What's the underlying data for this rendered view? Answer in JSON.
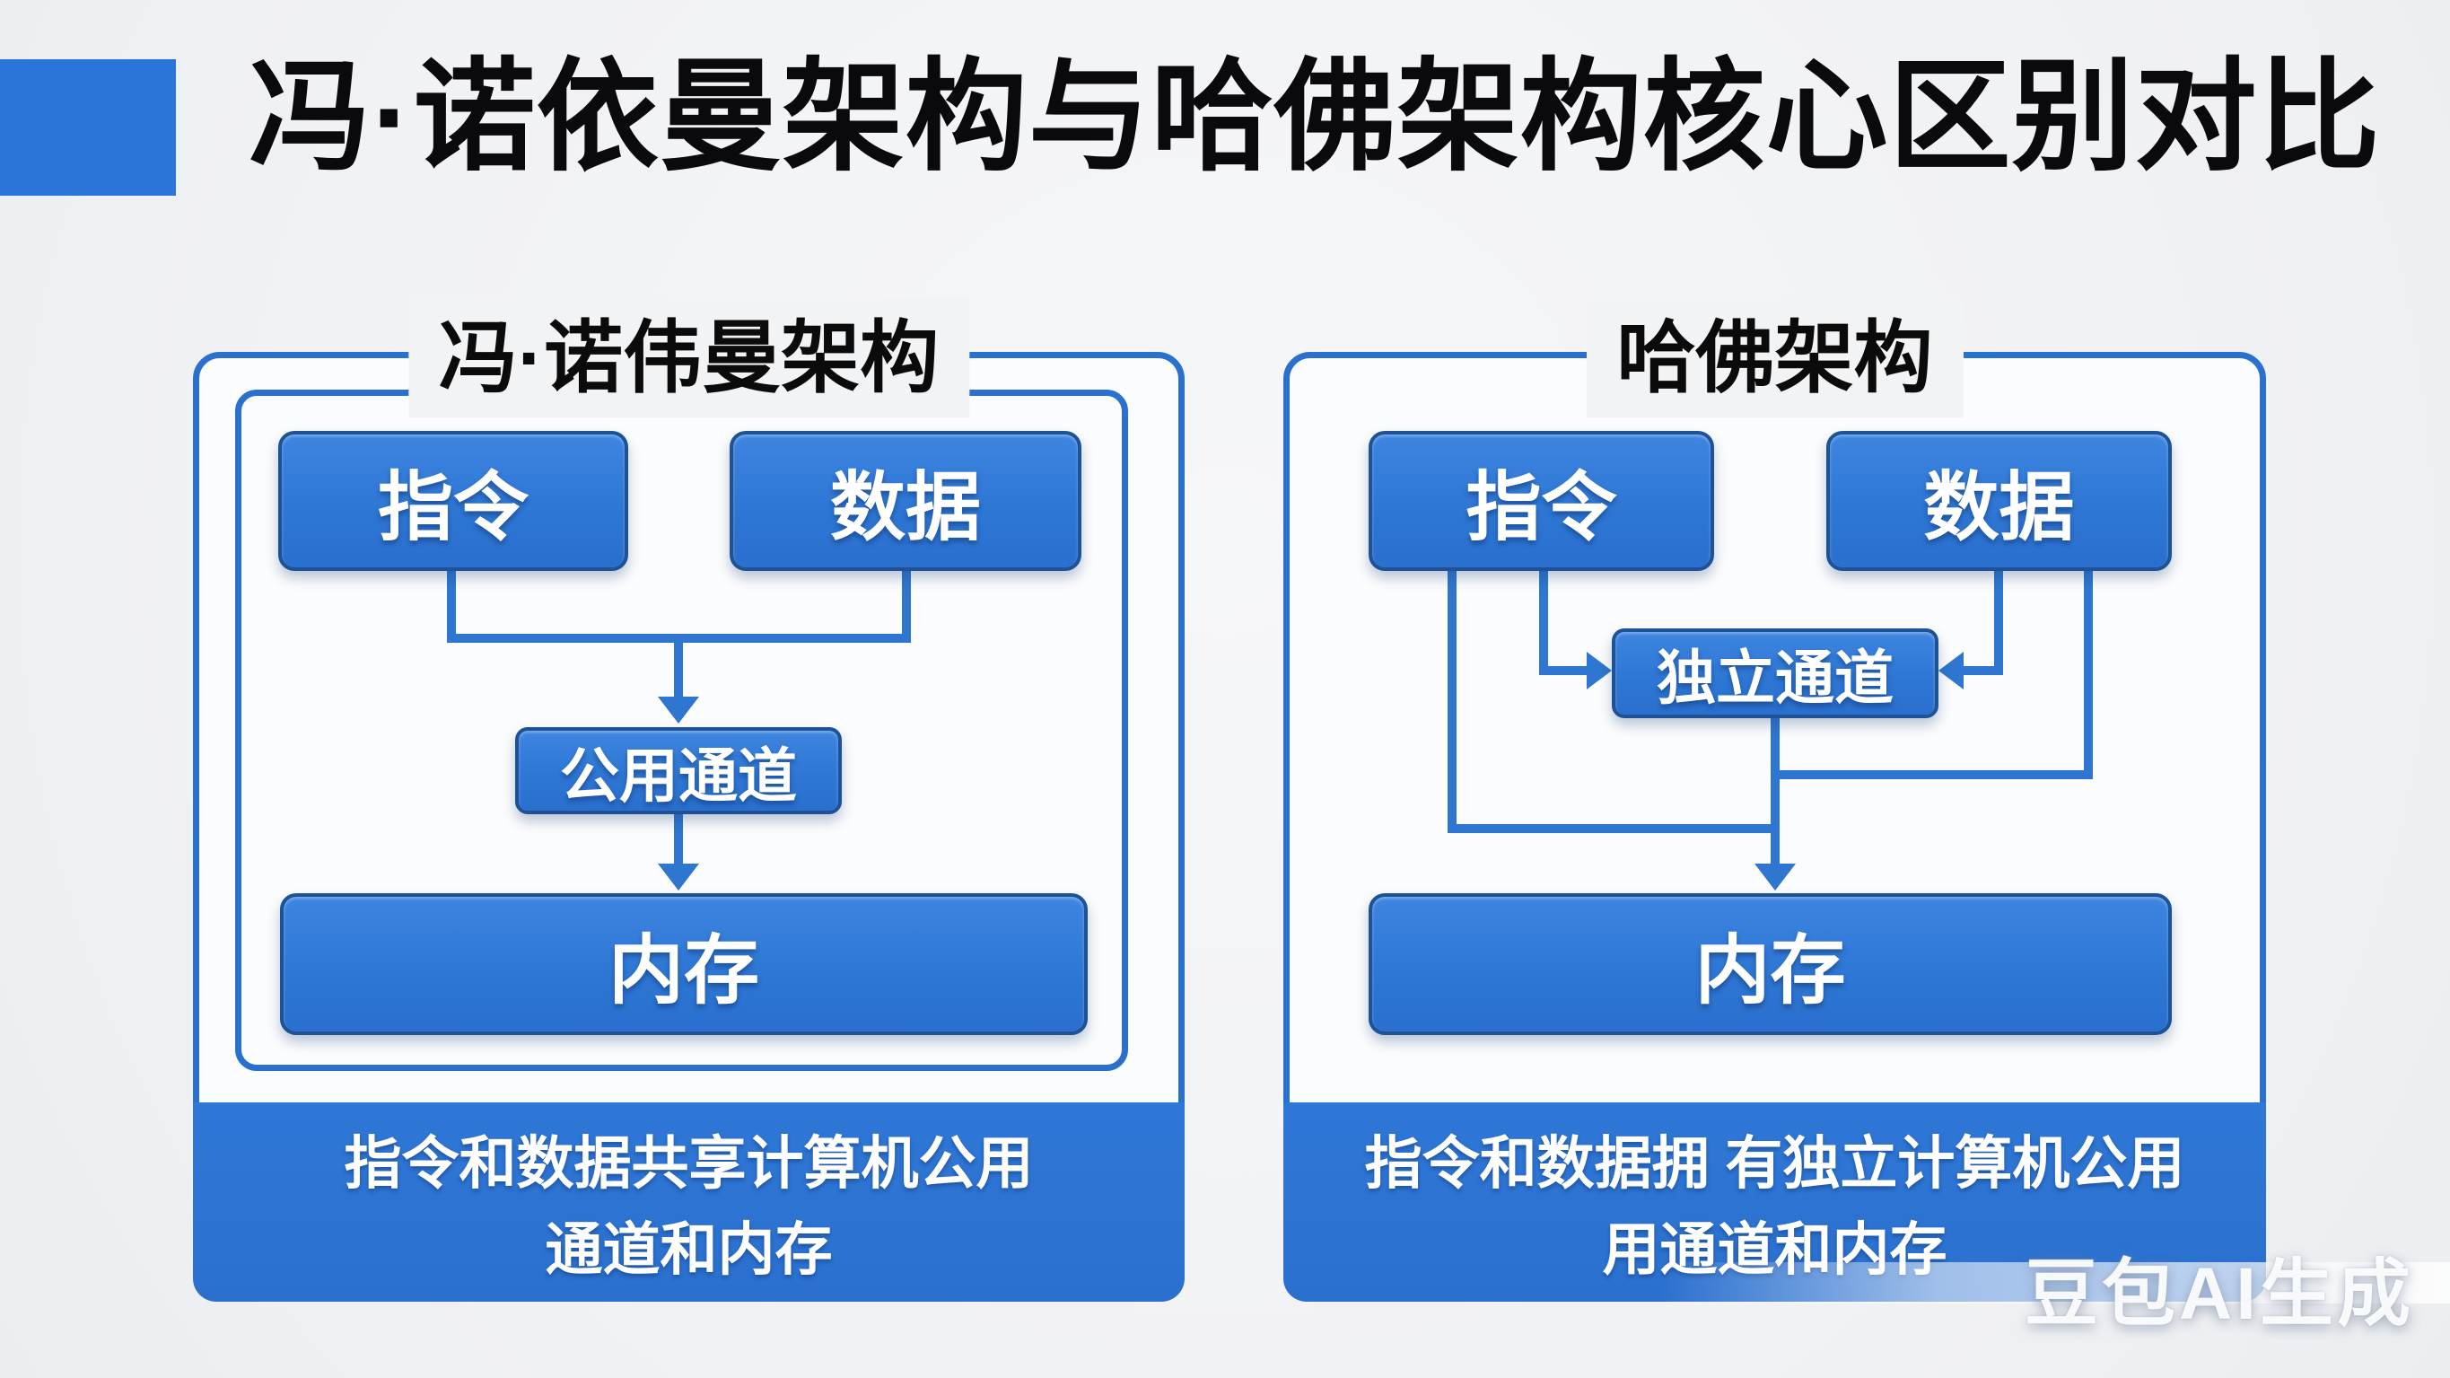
{
  "title": {
    "text": "冯·诺依曼架构与哈佛架构核心区别对比"
  },
  "left_panel": {
    "label": "冯·诺伟曼架构",
    "nodes": {
      "instruction": "指令",
      "data": "数据",
      "shared_channel": "公用通道",
      "memory": "内存"
    },
    "caption_line1": "指令和数据共享计算机公用",
    "caption_line2": "通道和内存"
  },
  "right_panel": {
    "label": "哈佛架构",
    "nodes": {
      "instruction": "指令",
      "data": "数据",
      "independent_channel": "独立通道",
      "memory": "内存"
    },
    "caption_line1": "指令和数据拥 有独立计算机公用",
    "caption_line2": "用通道和内存"
  },
  "watermark": {
    "text": "豆包AI生成"
  },
  "colors": {
    "accent_blue": "#2b74d8",
    "panel_border": "#2a70ce",
    "node_fill_top": "#3e85e0",
    "node_fill_bottom": "#2a6fce",
    "node_border": "#1d5296",
    "connector": "#2e76cf",
    "caption_bg": "#2d73d3",
    "page_bg": "#f2f3f5",
    "title_text": "#0a0a0c",
    "node_text": "#ffffff"
  },
  "diagram": {
    "type": "comparison-flow",
    "left_edges": [
      {
        "from": "指令",
        "to": "公用通道",
        "arrow": true
      },
      {
        "from": "数据",
        "to": "公用通道",
        "arrow": true
      },
      {
        "from": "公用通道",
        "to": "内存",
        "arrow": true
      }
    ],
    "right_edges": [
      {
        "from": "指令",
        "to": "独立通道",
        "arrow": true
      },
      {
        "from": "数据",
        "to": "独立通道",
        "arrow": true
      },
      {
        "from": "独立通道",
        "to": "内存",
        "arrow": true
      },
      {
        "from": "指令",
        "to": "内存",
        "arrow": false
      },
      {
        "from": "数据",
        "to": "内存",
        "arrow": false
      }
    ]
  }
}
